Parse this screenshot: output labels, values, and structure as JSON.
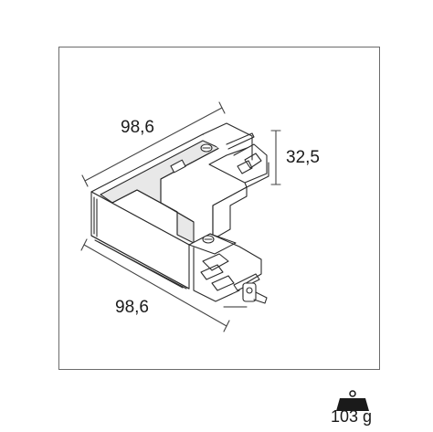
{
  "dimensions": {
    "top_length": "98,6",
    "height": "32,5",
    "bottom_length": "98,6"
  },
  "weight": {
    "label": "103 g",
    "icon": "weight-icon"
  }
}
